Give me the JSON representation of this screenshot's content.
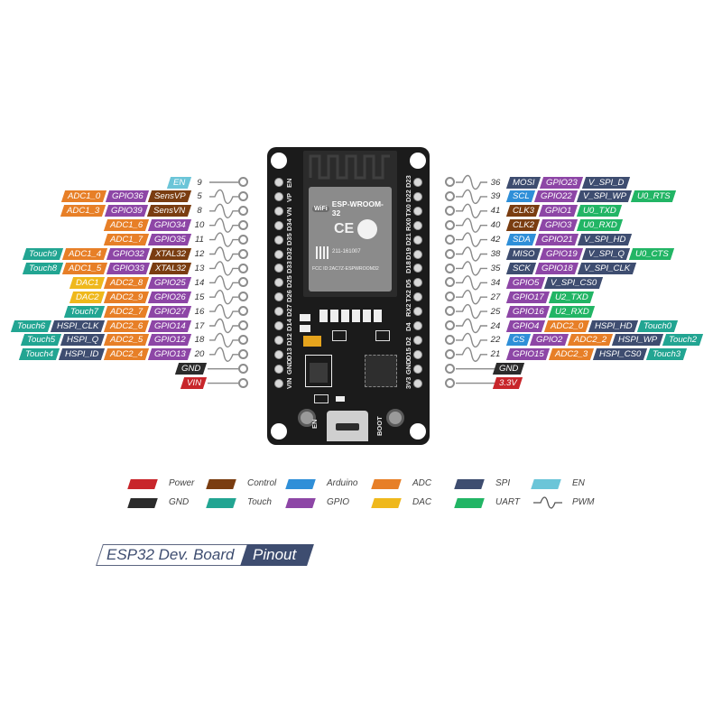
{
  "colors": {
    "Power": "#c8262b",
    "Control": "#7a3d11",
    "Arduino": "#2f8fd8",
    "ADC": "#e77f27",
    "SPI": "#3e4d70",
    "EN": "#6bc5d8",
    "GND": "#2b2b2b",
    "Touch": "#22a592",
    "GPIO": "#8d46a6",
    "DAC": "#efb81c",
    "UART": "#22b565"
  },
  "board": {
    "module_name": "ESP-WROOM-32",
    "wifi": "WiFi",
    "ce": "CE",
    "cert": "211-161007",
    "fcc": "FCC ID:2AC7Z-ESPWROOM32",
    "btn_en": "EN",
    "btn_boot": "BOOT",
    "left_pins": [
      "EN",
      "VP",
      "VN",
      "D34",
      "D35",
      "D32",
      "D33",
      "D25",
      "D26",
      "D27",
      "D14",
      "D12",
      "D13",
      "GND",
      "VIN"
    ],
    "right_pins": [
      "D23",
      "D22",
      "TX0",
      "RX0",
      "D21",
      "D19",
      "D18",
      "D5",
      "TX2",
      "RX2",
      "D4",
      "D2",
      "D15",
      "GND",
      "3V3"
    ]
  },
  "left_rows": [
    {
      "num": "9",
      "pwm": false,
      "tags": [
        {
          "t": "EN",
          "c": "EN"
        }
      ]
    },
    {
      "num": "5",
      "pwm": true,
      "tags": [
        {
          "t": "ADC1_0",
          "c": "ADC"
        },
        {
          "t": "GPIO36",
          "c": "GPIO"
        },
        {
          "t": "SensVP",
          "c": "Control"
        }
      ]
    },
    {
      "num": "8",
      "pwm": true,
      "tags": [
        {
          "t": "ADC1_3",
          "c": "ADC"
        },
        {
          "t": "GPIO39",
          "c": "GPIO"
        },
        {
          "t": "SensVN",
          "c": "Control"
        }
      ]
    },
    {
      "num": "10",
      "pwm": true,
      "tags": [
        {
          "t": "ADC1_6",
          "c": "ADC"
        },
        {
          "t": "GPIO34",
          "c": "GPIO"
        }
      ]
    },
    {
      "num": "11",
      "pwm": true,
      "tags": [
        {
          "t": "ADC1_7",
          "c": "ADC"
        },
        {
          "t": "GPIO35",
          "c": "GPIO"
        }
      ]
    },
    {
      "num": "12",
      "pwm": true,
      "tags": [
        {
          "t": "Touch9",
          "c": "Touch"
        },
        {
          "t": "ADC1_4",
          "c": "ADC"
        },
        {
          "t": "GPIO32",
          "c": "GPIO"
        },
        {
          "t": "XTAL32",
          "c": "Control"
        }
      ]
    },
    {
      "num": "13",
      "pwm": true,
      "tags": [
        {
          "t": "Touch8",
          "c": "Touch"
        },
        {
          "t": "ADC1_5",
          "c": "ADC"
        },
        {
          "t": "GPIO33",
          "c": "GPIO"
        },
        {
          "t": "XTAL32",
          "c": "Control"
        }
      ]
    },
    {
      "num": "14",
      "pwm": true,
      "tags": [
        {
          "t": "DAC1",
          "c": "DAC"
        },
        {
          "t": "ADC2_8",
          "c": "ADC"
        },
        {
          "t": "GPIO25",
          "c": "GPIO"
        }
      ]
    },
    {
      "num": "15",
      "pwm": true,
      "tags": [
        {
          "t": "DAC2",
          "c": "DAC"
        },
        {
          "t": "ADC2_9",
          "c": "ADC"
        },
        {
          "t": "GPIO26",
          "c": "GPIO"
        }
      ]
    },
    {
      "num": "16",
      "pwm": true,
      "tags": [
        {
          "t": "Touch7",
          "c": "Touch"
        },
        {
          "t": "ADC2_7",
          "c": "ADC"
        },
        {
          "t": "GPIO27",
          "c": "GPIO"
        }
      ]
    },
    {
      "num": "17",
      "pwm": true,
      "tags": [
        {
          "t": "Touch6",
          "c": "Touch"
        },
        {
          "t": "HSPI_CLK",
          "c": "SPI"
        },
        {
          "t": "ADC2_6",
          "c": "ADC"
        },
        {
          "t": "GPIO14",
          "c": "GPIO"
        }
      ]
    },
    {
      "num": "18",
      "pwm": true,
      "tags": [
        {
          "t": "Touch5",
          "c": "Touch"
        },
        {
          "t": "HSPI_Q",
          "c": "SPI"
        },
        {
          "t": "ADC2_5",
          "c": "ADC"
        },
        {
          "t": "GPIO12",
          "c": "GPIO"
        }
      ]
    },
    {
      "num": "20",
      "pwm": true,
      "tags": [
        {
          "t": "Touch4",
          "c": "Touch"
        },
        {
          "t": "HSPI_ID",
          "c": "SPI"
        },
        {
          "t": "ADC2_4",
          "c": "ADC"
        },
        {
          "t": "GPIO13",
          "c": "GPIO"
        }
      ]
    },
    {
      "num": "",
      "pwm": false,
      "tags": [
        {
          "t": "GND",
          "c": "GND"
        }
      ]
    },
    {
      "num": "",
      "pwm": false,
      "tags": [
        {
          "t": "VIN",
          "c": "Power"
        }
      ]
    }
  ],
  "right_rows": [
    {
      "num": "36",
      "pwm": true,
      "tags": [
        {
          "t": "MOSI",
          "c": "SPI"
        },
        {
          "t": "GPIO23",
          "c": "GPIO"
        },
        {
          "t": "V_SPI_D",
          "c": "SPI"
        }
      ]
    },
    {
      "num": "39",
      "pwm": true,
      "tags": [
        {
          "t": "SCL",
          "c": "Arduino"
        },
        {
          "t": "GPIO22",
          "c": "GPIO"
        },
        {
          "t": "V_SPI_WP",
          "c": "SPI"
        },
        {
          "t": "U0_RTS",
          "c": "UART"
        }
      ]
    },
    {
      "num": "41",
      "pwm": true,
      "tags": [
        {
          "t": "CLK3",
          "c": "Control"
        },
        {
          "t": "GPIO1",
          "c": "GPIO"
        },
        {
          "t": "U0_TXD",
          "c": "UART"
        }
      ]
    },
    {
      "num": "40",
      "pwm": true,
      "tags": [
        {
          "t": "CLK2",
          "c": "Control"
        },
        {
          "t": "GPIO3",
          "c": "GPIO"
        },
        {
          "t": "U0_RXD",
          "c": "UART"
        }
      ]
    },
    {
      "num": "42",
      "pwm": true,
      "tags": [
        {
          "t": "SDA",
          "c": "Arduino"
        },
        {
          "t": "GPIO21",
          "c": "GPIO"
        },
        {
          "t": "V_SPI_HD",
          "c": "SPI"
        }
      ]
    },
    {
      "num": "38",
      "pwm": true,
      "tags": [
        {
          "t": "MISO",
          "c": "SPI"
        },
        {
          "t": "GPIO19",
          "c": "GPIO"
        },
        {
          "t": "V_SPI_Q",
          "c": "SPI"
        },
        {
          "t": "U0_CTS",
          "c": "UART"
        }
      ]
    },
    {
      "num": "35",
      "pwm": true,
      "tags": [
        {
          "t": "SCK",
          "c": "SPI"
        },
        {
          "t": "GPIO18",
          "c": "GPIO"
        },
        {
          "t": "V_SPI_CLK",
          "c": "SPI"
        }
      ]
    },
    {
      "num": "34",
      "pwm": true,
      "tags": [
        {
          "t": "GPIO5",
          "c": "GPIO"
        },
        {
          "t": "V_SPI_CS0",
          "c": "SPI"
        }
      ]
    },
    {
      "num": "27",
      "pwm": true,
      "tags": [
        {
          "t": "GPIO17",
          "c": "GPIO"
        },
        {
          "t": "U2_TXD",
          "c": "UART"
        }
      ]
    },
    {
      "num": "25",
      "pwm": true,
      "tags": [
        {
          "t": "GPIO16",
          "c": "GPIO"
        },
        {
          "t": "U2_RXD",
          "c": "UART"
        }
      ]
    },
    {
      "num": "24",
      "pwm": true,
      "tags": [
        {
          "t": "GPIO4",
          "c": "GPIO"
        },
        {
          "t": "ADC2_0",
          "c": "ADC"
        },
        {
          "t": "HSPI_HD",
          "c": "SPI"
        },
        {
          "t": "Touch0",
          "c": "Touch"
        }
      ]
    },
    {
      "num": "22",
      "pwm": true,
      "tags": [
        {
          "t": "CS",
          "c": "Arduino"
        },
        {
          "t": "GPIO2",
          "c": "GPIO"
        },
        {
          "t": "ADC2_2",
          "c": "ADC"
        },
        {
          "t": "HSPI_WP",
          "c": "SPI"
        },
        {
          "t": "Touch2",
          "c": "Touch"
        }
      ]
    },
    {
      "num": "21",
      "pwm": true,
      "tags": [
        {
          "t": "GPIO15",
          "c": "GPIO"
        },
        {
          "t": "ADC2_3",
          "c": "ADC"
        },
        {
          "t": "HSPI_CS0",
          "c": "SPI"
        },
        {
          "t": "Touch3",
          "c": "Touch"
        }
      ]
    },
    {
      "num": "",
      "pwm": false,
      "tags": [
        {
          "t": "GND",
          "c": "GND"
        }
      ]
    },
    {
      "num": "",
      "pwm": false,
      "tags": [
        {
          "t": "3.3V",
          "c": "Power"
        }
      ]
    }
  ],
  "legend": [
    {
      "label": "Power",
      "c": "Power"
    },
    {
      "label": "Control",
      "c": "Control"
    },
    {
      "label": "Arduino",
      "c": "Arduino"
    },
    {
      "label": "ADC",
      "c": "ADC"
    },
    {
      "label": "SPI",
      "c": "SPI"
    },
    {
      "label": "EN",
      "c": "EN"
    },
    {
      "label": "GND",
      "c": "GND"
    },
    {
      "label": "Touch",
      "c": "Touch"
    },
    {
      "label": "GPIO",
      "c": "GPIO"
    },
    {
      "label": "DAC",
      "c": "DAC"
    },
    {
      "label": "UART",
      "c": "UART"
    },
    {
      "label": "PWM",
      "c": "PWM"
    }
  ],
  "title": {
    "main": "ESP32 Dev. Board",
    "sub": "Pinout"
  }
}
